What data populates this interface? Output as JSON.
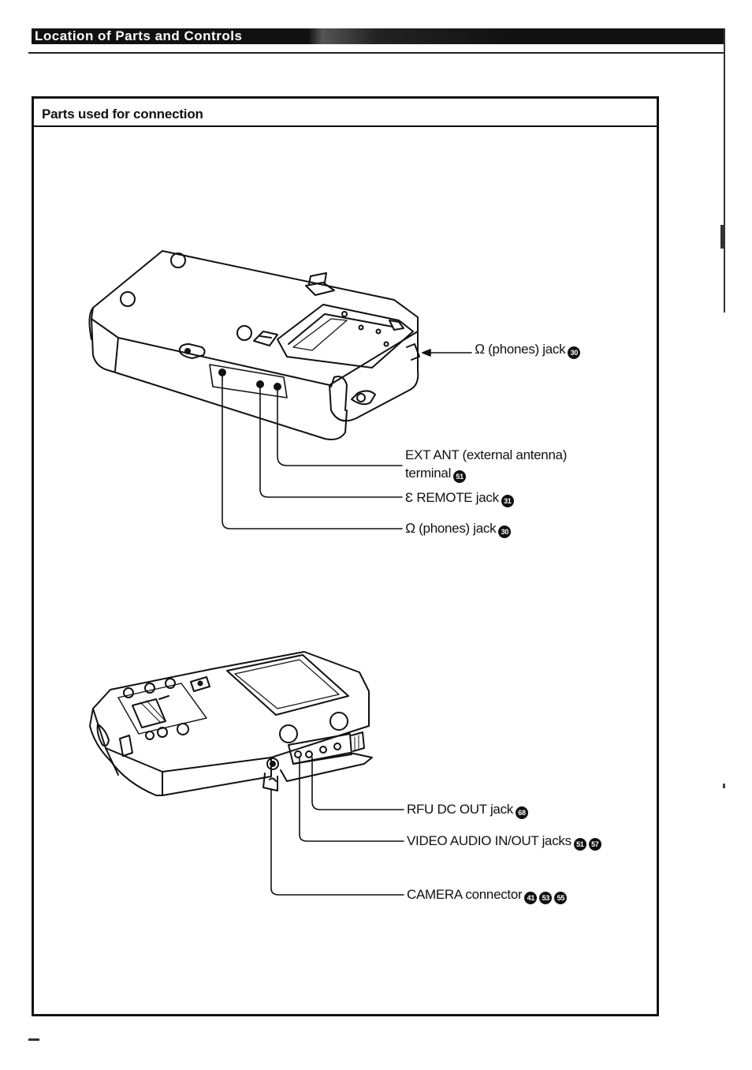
{
  "header": {
    "section_title": "Location of Parts and Controls"
  },
  "panel": {
    "title": "Parts used for connection"
  },
  "figure_top": {
    "labels": {
      "phones_side": {
        "text": "Ω (phones) jack",
        "ref": "30"
      },
      "ext_ant_line1": "EXT ANT (external antenna)",
      "ext_ant_line2": {
        "text": "terminal",
        "ref": "51"
      },
      "remote": {
        "text": "Ɛ REMOTE jack",
        "ref": "31"
      },
      "phones_bottom": {
        "text": "Ω (phones) jack",
        "ref": "30"
      }
    }
  },
  "figure_bottom": {
    "labels": {
      "rfu": {
        "text": "RFU DC OUT jack",
        "ref": "68"
      },
      "video_audio": {
        "text": "VIDEO AUDIO IN/OUT jacks",
        "refs": [
          "51",
          "57"
        ]
      },
      "camera": {
        "text": "CAMERA connector",
        "refs": [
          "41",
          "53",
          "55"
        ]
      }
    }
  }
}
